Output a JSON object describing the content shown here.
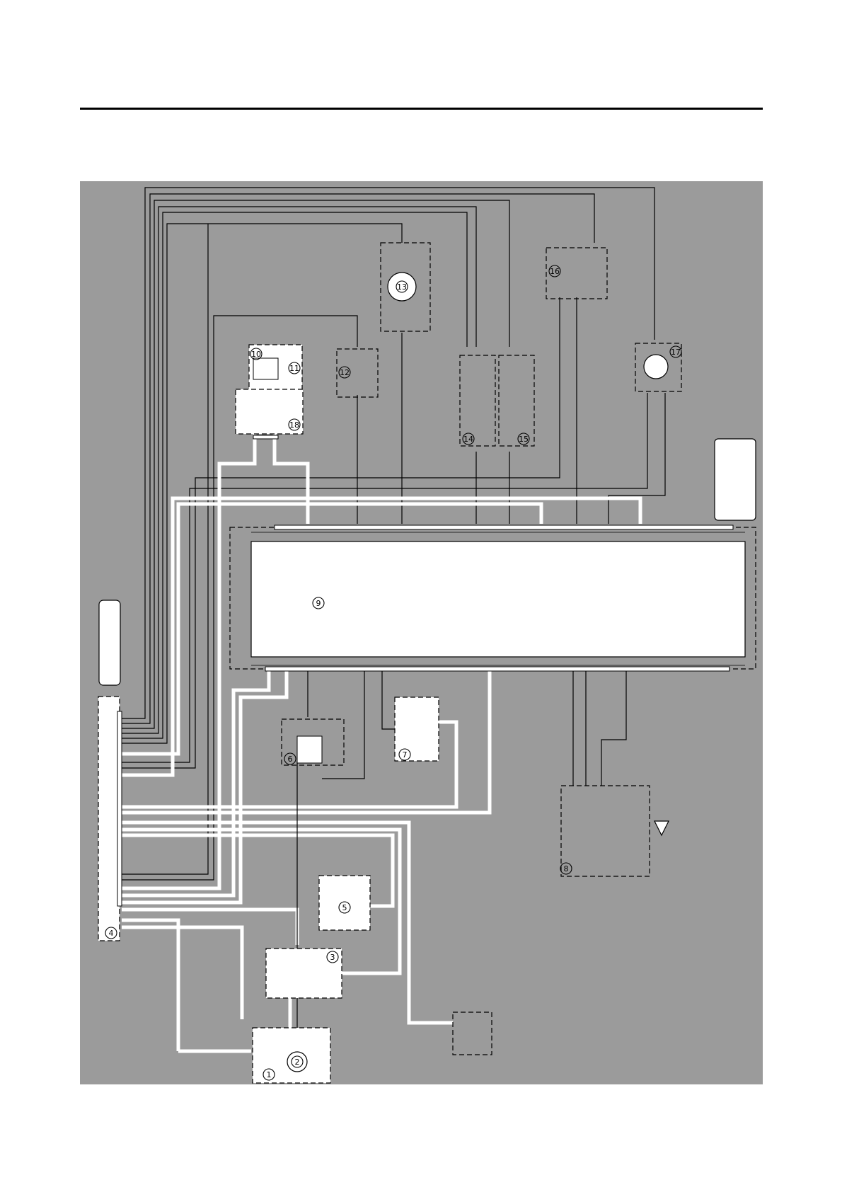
{
  "page": {
    "colors": {
      "background": "#ffffff",
      "diagram_background": "#9b9b9b",
      "line": "#000000",
      "wire_highlight": "#ffffff"
    }
  },
  "diagram": {
    "components": [
      {
        "id": "c1",
        "label": "1"
      },
      {
        "id": "c2",
        "label": "2"
      },
      {
        "id": "c3",
        "label": "3"
      },
      {
        "id": "c4",
        "label": "4"
      },
      {
        "id": "c5",
        "label": "5"
      },
      {
        "id": "c6",
        "label": "6"
      },
      {
        "id": "c7",
        "label": "7"
      },
      {
        "id": "c8",
        "label": "8"
      },
      {
        "id": "c9",
        "label": "9"
      },
      {
        "id": "c10",
        "label": "10"
      },
      {
        "id": "c11",
        "label": "11"
      },
      {
        "id": "c12",
        "label": "12"
      },
      {
        "id": "c13",
        "label": "13"
      },
      {
        "id": "c14",
        "label": "14"
      },
      {
        "id": "c15",
        "label": "15"
      },
      {
        "id": "c16",
        "label": "16"
      },
      {
        "id": "c17",
        "label": "17"
      },
      {
        "id": "c18",
        "label": "18"
      }
    ],
    "icons": [
      "connector-icon",
      "ground-symbol-icon",
      "warning-triangle-icon",
      "resistor-icon",
      "motor-icon",
      "switch-icon"
    ]
  }
}
